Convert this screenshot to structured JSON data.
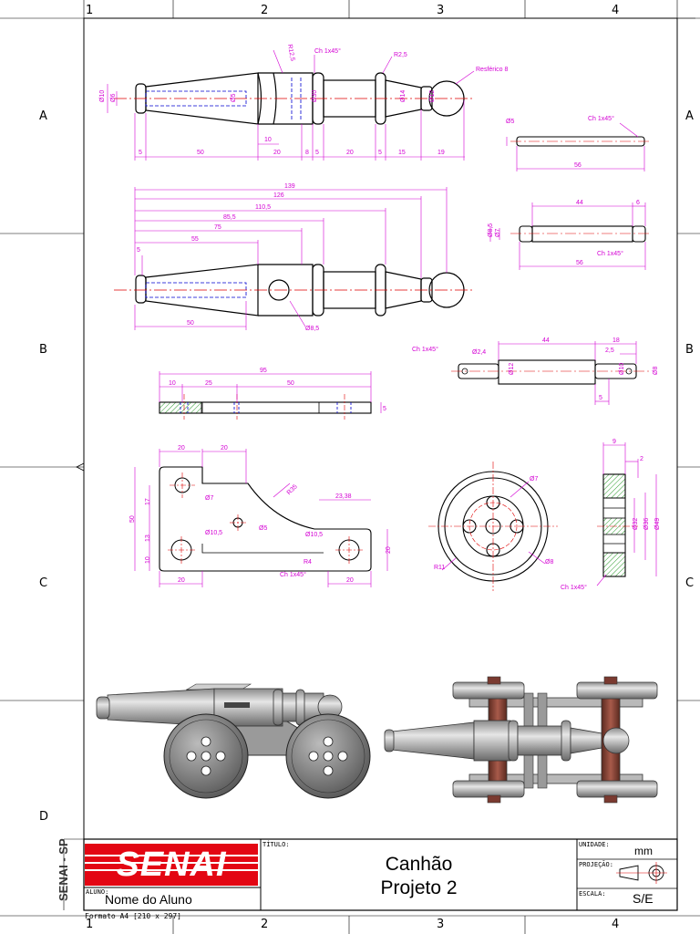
{
  "zones": {
    "columns": [
      "1",
      "2",
      "3",
      "4"
    ],
    "rows": [
      "A",
      "B",
      "C",
      "D"
    ]
  },
  "title_block": {
    "logo": "SENAI",
    "vertical_text": "SENAI - SP",
    "aluno_label": "ALUNO:",
    "aluno_value": "Nome do Aluno",
    "titulo_label": "TÍTULO:",
    "titulo_line1": "Canhão",
    "titulo_line2": "Projeto 2",
    "unidade_label": "UNIDADE:",
    "unidade_value": "mm",
    "projecao_label": "PROJEÇÃO:",
    "escala_label": "ESCALA:",
    "escala_value": "S/E",
    "formato": "Formato A4 [210 x 297]"
  },
  "colors": {
    "dimension": "#d400d4",
    "centerline": "#e00000",
    "hidden": "#0000d0",
    "logo": "#e30613"
  },
  "dims": {
    "barrel_top": {
      "d10": "Ø10",
      "d6": "Ø6",
      "d5": "Ø5",
      "d30": "Ø30",
      "d14": "Ø14",
      "d12": "Ø12",
      "r125": "R12,5",
      "r25": "R2,5",
      "cham": "Ch 1x45°",
      "sphere": "Resférico 8",
      "l5a": "5",
      "l50": "50",
      "l10": "10",
      "l20a": "20",
      "l8": "8",
      "l5b": "5",
      "l20b": "20",
      "l5c": "5",
      "l15": "15",
      "l19": "19"
    },
    "barrel_mid": {
      "l139": "139",
      "l126": "126",
      "l1105": "110,5",
      "l855": "85,5",
      "l75": "75",
      "l55": "55",
      "l5": "5",
      "l50": "50",
      "d85": "Ø8,5"
    },
    "pin_small": {
      "d5": "Ø5",
      "cham": "Ch 1x45°",
      "l56": "56"
    },
    "axle_a": {
      "l44": "44",
      "l6": "6",
      "d85": "Ø8,5",
      "d7": "Ø7",
      "cham": "Ch 1x45°",
      "l56": "56"
    },
    "axle_b": {
      "cham": "Ch 1x45°",
      "d24": "Ø2,4",
      "l44": "44",
      "l18": "18",
      "l25": "2,5",
      "d12": "Ø12",
      "d10": "Ø10",
      "d8": "Ø8",
      "l5": "5"
    },
    "plate_top": {
      "l95": "95",
      "l10": "10",
      "l25": "25",
      "l50": "50",
      "l5": "5"
    },
    "bracket": {
      "l20a": "20",
      "l20b": "20",
      "r35": "R35",
      "l2338": "23,38",
      "d7": "Ø7",
      "d105a": "Ø10,5",
      "d5": "Ø5",
      "d105b": "Ø10,5",
      "l50": "50",
      "l17": "17",
      "l13": "13",
      "l10": "10",
      "l20r": "20",
      "r4": "R4",
      "cham": "Ch 1x45°",
      "l20c": "20",
      "l20d": "20"
    },
    "wheel": {
      "d7": "Ø7",
      "r11": "R11",
      "d8": "Ø8"
    },
    "wheel_side": {
      "l9": "9",
      "l2": "2",
      "d32": "Ø32",
      "d36": "Ø36",
      "d49": "Ø49",
      "cham": "Ch 1x45°"
    }
  }
}
